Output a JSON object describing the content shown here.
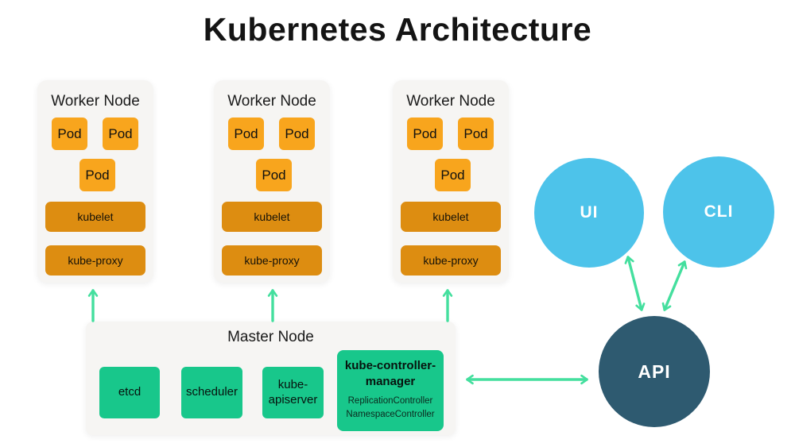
{
  "title": "Kubernetes Architecture",
  "colors": {
    "pod_orange": "#f8a51d",
    "agent_orange": "#dd8d11",
    "component_green": "#18c78b",
    "arrow_mint": "#44df9e",
    "client_blue": "#4dc3ea",
    "api_navy": "#2e5a70",
    "node_background": "#f6f5f3"
  },
  "workers": [
    {
      "title": "Worker Node",
      "pods": [
        "Pod",
        "Pod",
        "Pod"
      ],
      "kubelet": "kubelet",
      "kube_proxy": "kube-proxy"
    },
    {
      "title": "Worker Node",
      "pods": [
        "Pod",
        "Pod",
        "Pod"
      ],
      "kubelet": "kubelet",
      "kube_proxy": "kube-proxy"
    },
    {
      "title": "Worker Node",
      "pods": [
        "Pod",
        "Pod",
        "Pod"
      ],
      "kubelet": "kubelet",
      "kube_proxy": "kube-proxy"
    }
  ],
  "master": {
    "title": "Master Node",
    "etcd_label": "etcd",
    "scheduler_label": "scheduler",
    "apiserver_label": "kube-apiserver",
    "controller_manager": {
      "title": "kube-controller-manager",
      "items": [
        "ReplicationController",
        "NamespaceController"
      ]
    }
  },
  "circles": {
    "ui": "UI",
    "cli": "CLI",
    "api": "API"
  },
  "icons": {
    "arrow_up": "↑",
    "arrow_double": "↔"
  }
}
